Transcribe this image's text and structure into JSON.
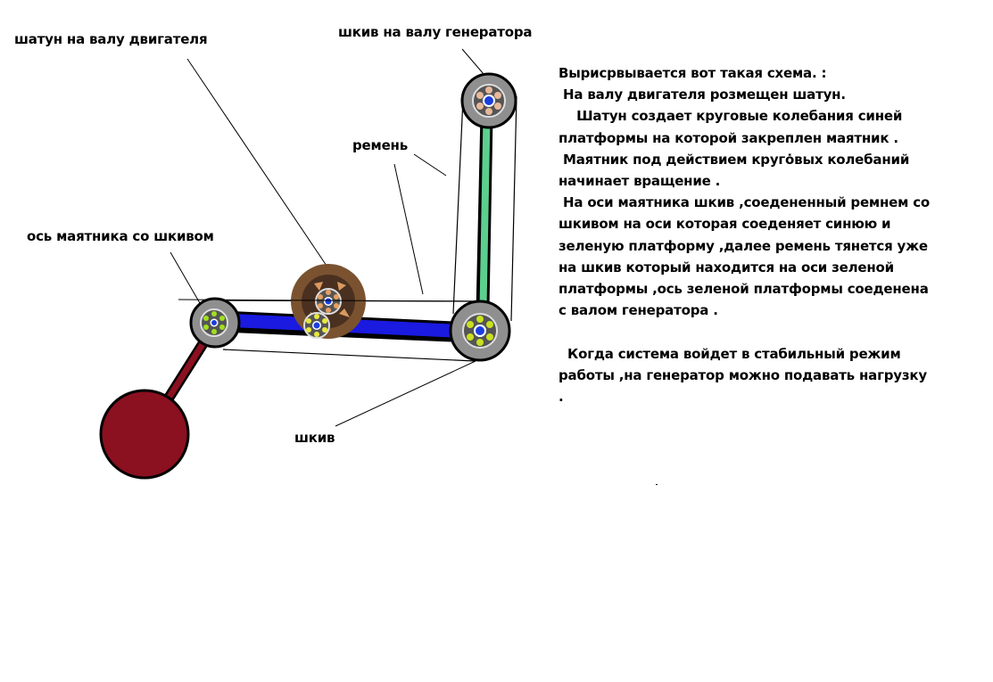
{
  "labels": {
    "crank": "шатун на валу двигателя",
    "generator_pulley": "шкив на валу генератора",
    "belt": "ремень",
    "pendulum_axis": "ось маятника со шкивом",
    "pulley": "шкив"
  },
  "description": {
    "lines": [
      "Вырисрвывается вот такая схема. :",
      " На валу двигателя розмещен шатун.",
      "    Шатун создает круговые колебания синей",
      "платформы на которой закреплен маятник .",
      " Маятник под действием кругȯвых колебаний",
      "начинает вращение .",
      " На оси маятника шкив ,соедененный ремнем со",
      "шкивом на оси которая соеденяет синюю и",
      "зеленую платформу ,далее ремень тянется уже",
      "на шкив который находится на оси зеленой",
      "платформы ,ось зеленой платформы соеденена",
      "с валом генератора .",
      "",
      "  Когда система войдет в стабильный режим",
      "работы ,на генератор можно подавать нагрузку",
      "."
    ]
  },
  "colors": {
    "blue_platform": "#1a1ae0",
    "green_platform": "#5ccf8e",
    "pendulum": "#8b1020",
    "pulley_gray": "#8f8f8f",
    "bearing_yellow": "#c8e020",
    "bearing_peach": "#e8b89a",
    "engine_brown": "#7a5230",
    "axis_blue": "#1a3ee0"
  }
}
